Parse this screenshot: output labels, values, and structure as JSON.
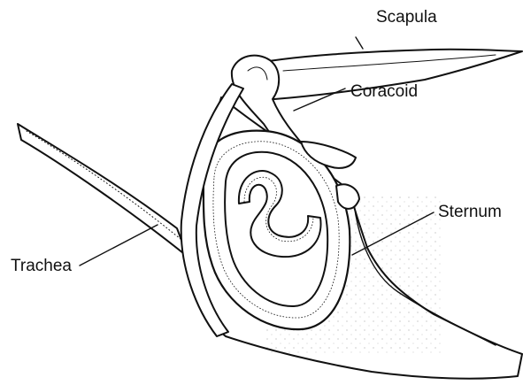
{
  "diagram": {
    "labels": {
      "scapula": "Scapula",
      "coracoid": "Coracoid",
      "sternum": "Sternum",
      "trachea": "Trachea"
    },
    "colors": {
      "ink": "#111111",
      "background": "#ffffff"
    }
  }
}
